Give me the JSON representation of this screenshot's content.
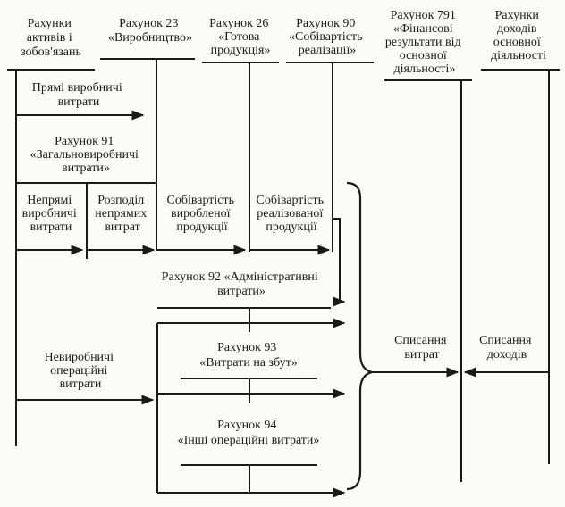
{
  "headers": {
    "assets_liabilities": [
      "Рахунки",
      "активів і",
      "зобов'язань"
    ],
    "account_23": [
      "Рахунок 23",
      "«Виробництво»"
    ],
    "account_26": [
      "Рахунок 26",
      "«Готова",
      "продукція»"
    ],
    "account_90": [
      "Рахунок 90",
      "«Собівартість",
      "реалізації»"
    ],
    "account_791": [
      "Рахунок 791",
      "«Фінансові",
      "результати від",
      "основної",
      "діяльності»"
    ],
    "income_accounts": [
      "Рахунки",
      "доходів",
      "основної",
      "діяльності"
    ]
  },
  "labels": {
    "direct_costs": [
      "Прямі виробничі",
      "витрати"
    ],
    "account_91": [
      "Рахунок 91",
      "«Загальновиробничі",
      "витрати»"
    ],
    "indirect_costs": [
      "Непрямі",
      "виробничі",
      "витрати"
    ],
    "indirect_allocation": [
      "Розподіл",
      "непрямих",
      "витрат"
    ],
    "produced_cost": [
      "Собівартість",
      "виробленої",
      "продукції"
    ],
    "sold_cost": [
      "Собівартість",
      "реалізованої",
      "продукції"
    ],
    "account_92": [
      "Рахунок 92 «Адміністративні",
      "витрати»"
    ],
    "non_production": [
      "Невиробничі",
      "операційні",
      "витрати"
    ],
    "account_93": [
      "Рахунок 93",
      "«Витрати на збут»"
    ],
    "account_94": [
      "Рахунок 94",
      "«Інші операційні витрати»"
    ],
    "write_off_expenses": [
      "Списання",
      "витрат"
    ],
    "write_off_income": [
      "Списання",
      "доходів"
    ]
  }
}
